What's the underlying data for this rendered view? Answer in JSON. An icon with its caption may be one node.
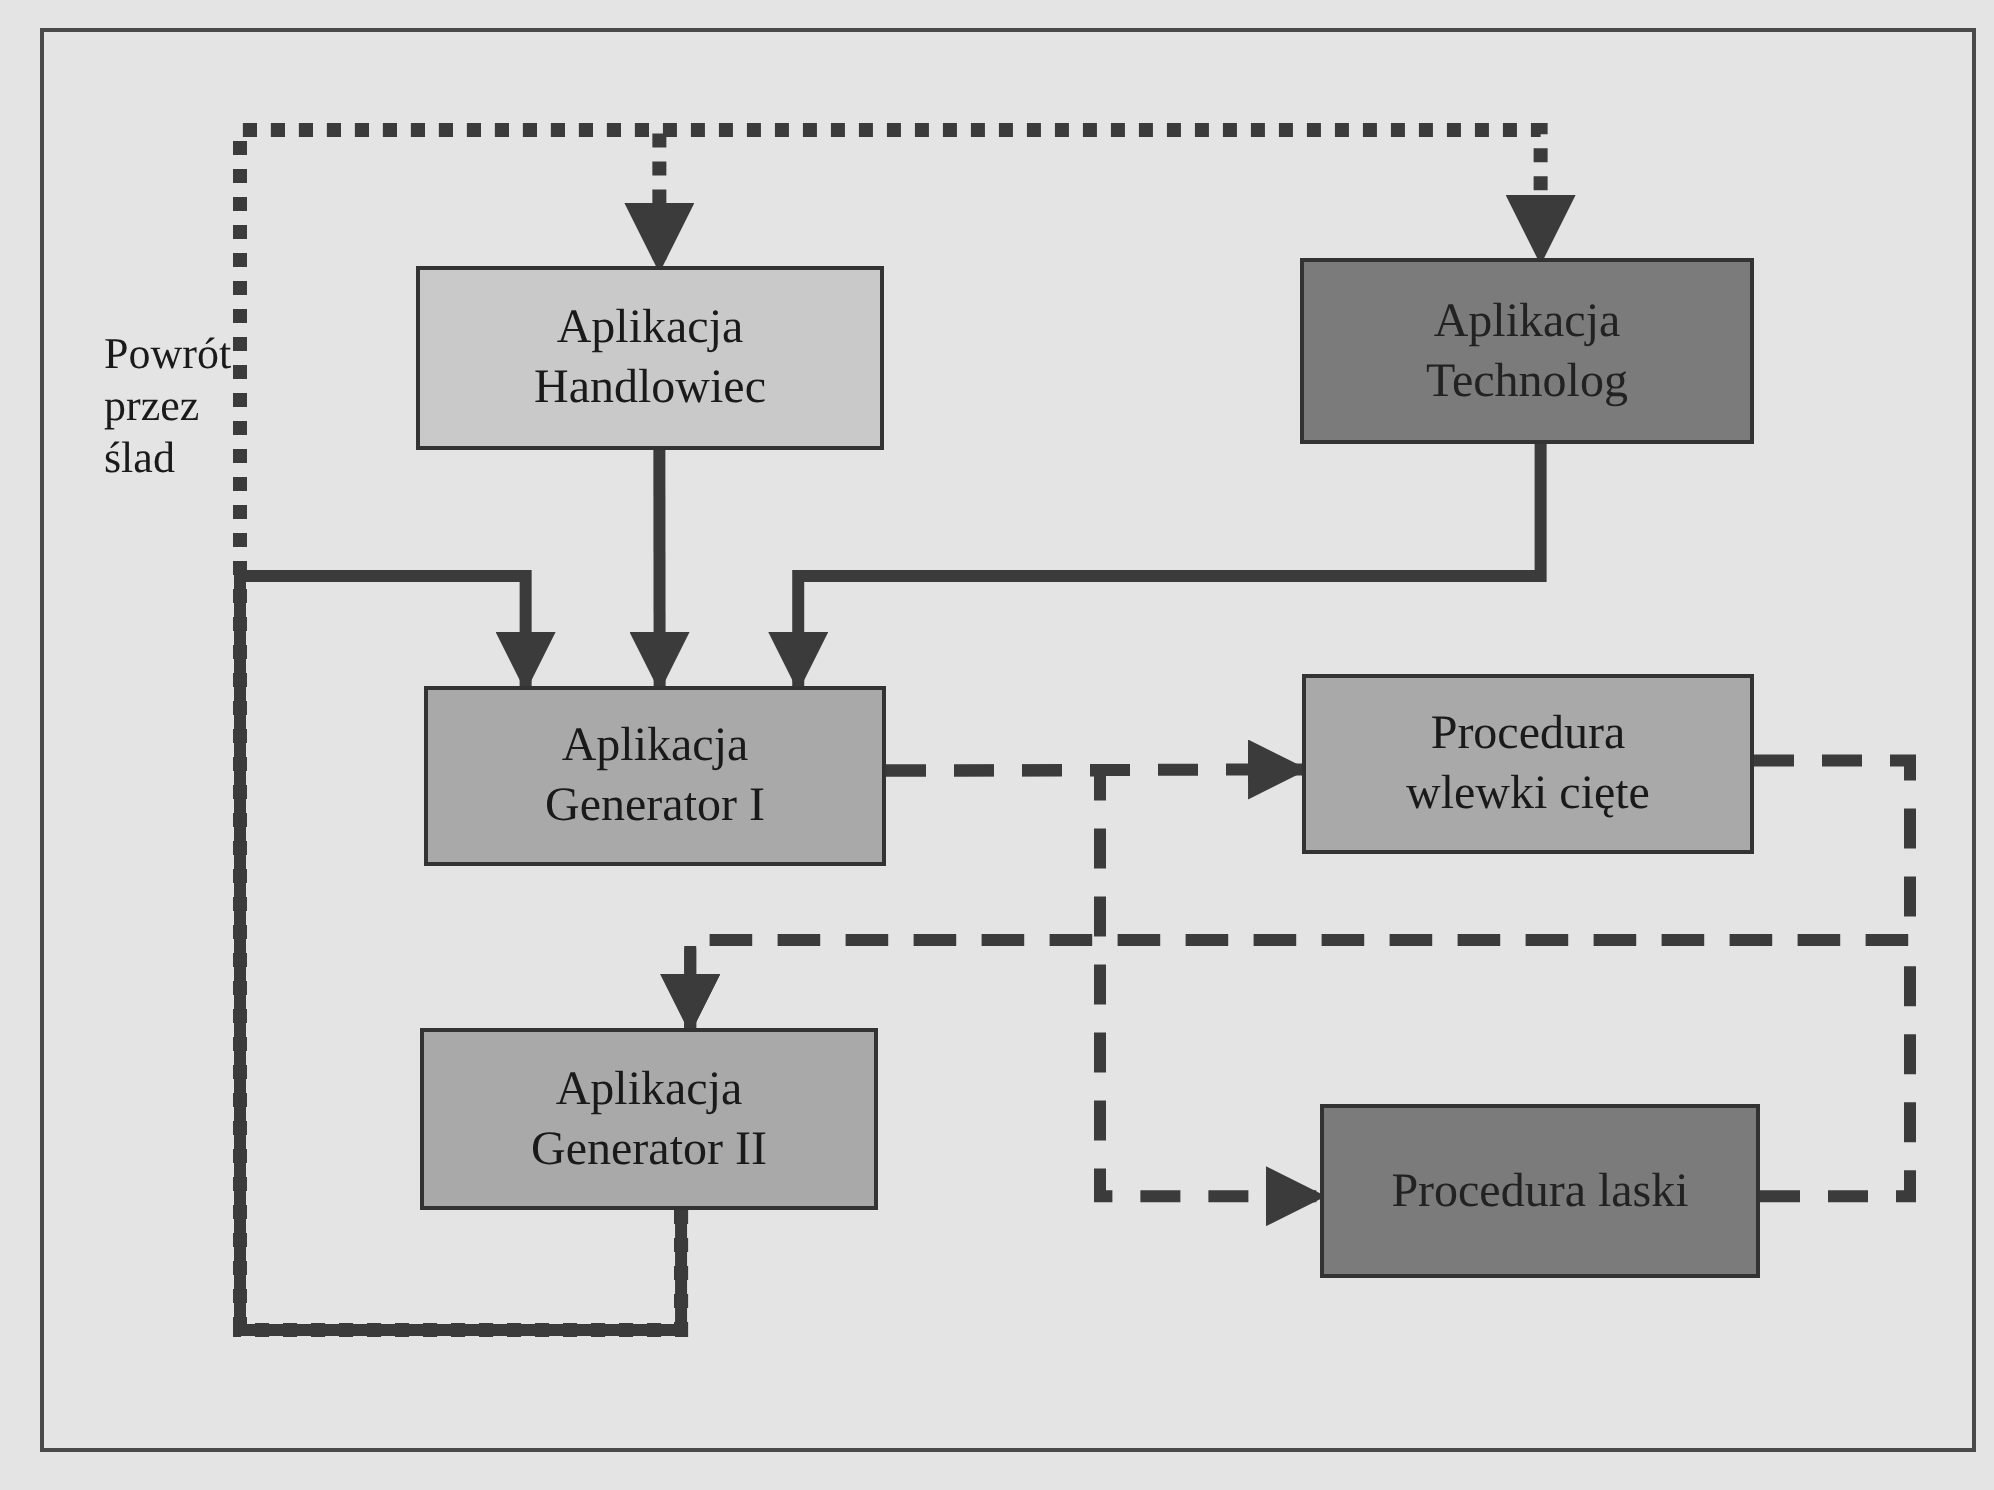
{
  "diagram": {
    "nodes": [
      {
        "text": [
          "Aplikacja Handlowiec"
        ]
      },
      {
        "text": [
          "Aplikacja Technolog"
        ]
      },
      {
        "text": [
          "Aplikacja Generator I"
        ]
      },
      {
        "text": [
          "Procedura wlewki cięte"
        ]
      },
      {
        "text": [
          "Aplikacja Generator II"
        ]
      },
      {
        "text": [
          "Procedura laski"
        ]
      }
    ],
    "edges": [
      {
        "from": 0,
        "to": 2,
        "arrow": "to"
      },
      {
        "from": 1,
        "to": 2,
        "arrow": "to"
      },
      {
        "from": 2,
        "to": 3,
        "arrow": "to",
        "style": "dashed"
      },
      {
        "from": 2,
        "to": 5,
        "arrow": "to",
        "style": "dashed"
      },
      {
        "from": 3,
        "to": 4,
        "arrow": "to",
        "style": "dashed"
      },
      {
        "from": 5,
        "to": 4,
        "arrow": "to",
        "style": "dashed"
      },
      {
        "from": 4,
        "to": 2,
        "arrow": "to"
      },
      {
        "from": 4,
        "to": 0,
        "arrow": "to",
        "style": "dashed"
      },
      {
        "from": 4,
        "to": 1,
        "arrow": "to",
        "style": "dashed"
      }
    ],
    "labels": [
      "Powrót przez ślad"
    ]
  }
}
